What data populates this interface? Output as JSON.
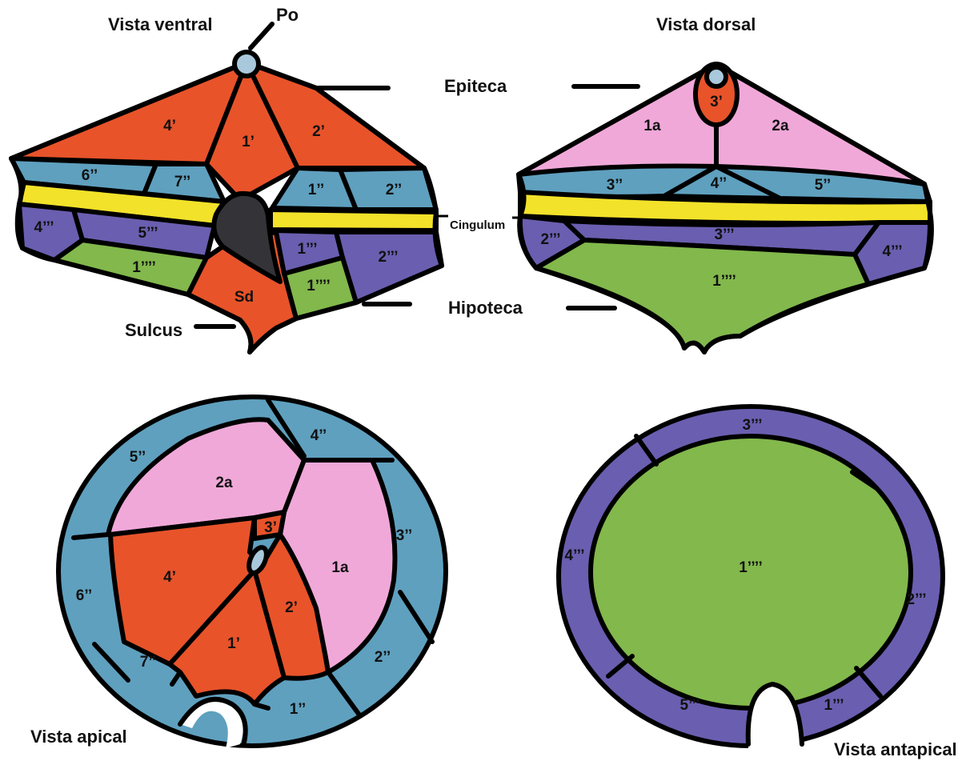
{
  "colors": {
    "orange": "#e8532a",
    "blue": "#5fa0bf",
    "yellow": "#f2e22a",
    "purple": "#6a5eb0",
    "green": "#82b84c",
    "pink": "#f0a8d8",
    "pore": "#a9c8dc",
    "sulcus_dark": "#333338",
    "outline": "#000000"
  },
  "views": {
    "ventral": "Vista ventral",
    "dorsal": "Vista dorsal",
    "apical": "Vista apical",
    "antapical": "Vista antapical"
  },
  "labels": {
    "po": "Po",
    "epiteca": "Epiteca",
    "cingulum": "Cingulum",
    "hipoteca": "Hipoteca",
    "sulcus": "Sulcus"
  },
  "plates": {
    "ventral": {
      "p4p": "4’",
      "p1p": "1’",
      "p2p": "2’",
      "p6pp": "6’’",
      "p7pp": "7’’",
      "p1pp": "1’’",
      "p2pp": "2’’",
      "p4ppp": "4’’’",
      "p5ppp": "5’’’",
      "p1ppp": "1’’’",
      "p2ppp": "2’’’",
      "p1pppp_l": "1’’’’",
      "p1pppp_r": "1’’’’",
      "sd": "Sd"
    },
    "dorsal": {
      "p1a": "1a",
      "p3p": "3’",
      "p2a": "2a",
      "p3pp": "3’’",
      "p4pp": "4’’",
      "p5pp": "5’’",
      "p2ppp": "2’’’",
      "p3ppp": "3’’’",
      "p4ppp": "4’’’",
      "p1pppp": "1’’’’"
    },
    "apical": {
      "p5pp": "5’’",
      "p4pp": "4’’",
      "p3pp": "3’’",
      "p6pp": "6’’",
      "p7pp": "7’’",
      "p1pp": "1’’",
      "p2pp": "2’’",
      "p2a": "2a",
      "p3p": "3’",
      "p1a": "1a",
      "p4p": "4’",
      "p2p": "2’",
      "p1p": "1’"
    },
    "antapical": {
      "p3ppp": "3’’’",
      "p4ppp": "4’’’",
      "p2ppp": "2’’’",
      "p5ppp": "5’’’",
      "p1ppp": "1’’’",
      "p1pppp": "1’’’’"
    }
  }
}
